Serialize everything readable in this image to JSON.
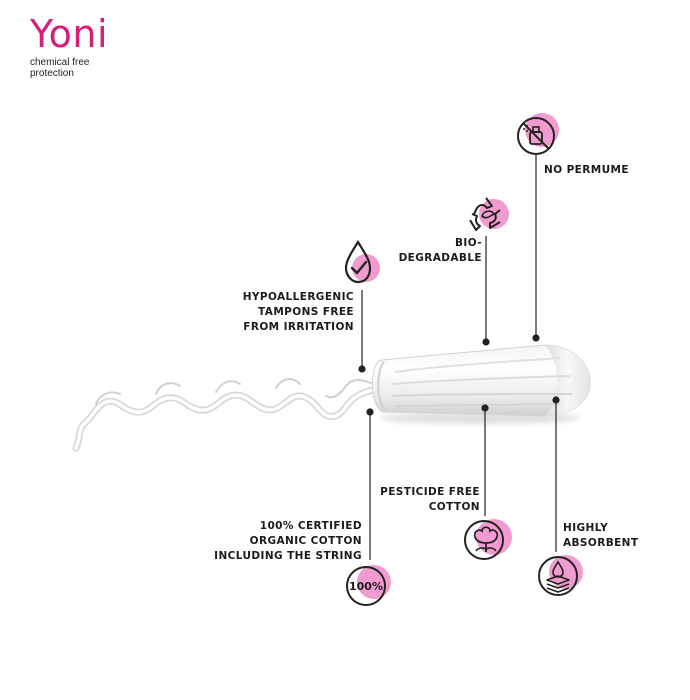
{
  "brand": {
    "name": "Yoni",
    "tagline": "chemical free protection",
    "color": "#d61f7a"
  },
  "accent_color": "#f29bd0",
  "features": {
    "no_perfume": {
      "label": "NO PERMUME",
      "icon": "no-spray-icon"
    },
    "biodegradable": {
      "line1": "BIO-",
      "line2": "DEGRADABLE",
      "icon": "recycle-leaf-icon"
    },
    "hypoallergenic": {
      "line1": "HYPOALLERGENIC",
      "line2": "TAMPONS FREE",
      "line3": "FROM IRRITATION",
      "icon": "drop-check-icon"
    },
    "pesticide_free": {
      "line1": "PESTICIDE FREE",
      "line2": "COTTON",
      "icon": "cotton-flower-icon"
    },
    "organic": {
      "line1": "100% CERTIFIED",
      "line2": "ORGANIC COTTON",
      "line3": "INCLUDING THE STRING",
      "badge": "100%",
      "icon": "percent-badge-icon"
    },
    "absorbent": {
      "line1": "HIGHLY",
      "line2": "ABSORBENT",
      "icon": "absorbent-layers-icon"
    }
  }
}
